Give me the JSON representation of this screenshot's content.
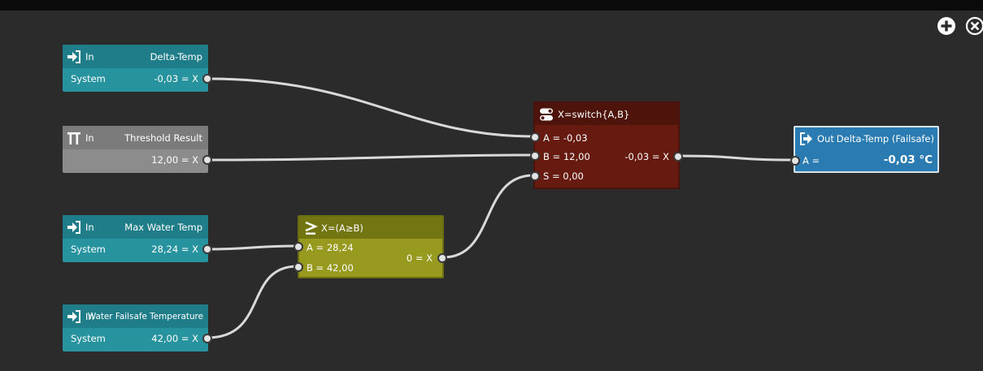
{
  "toolbar": {
    "add_icon": "plus-circle-icon",
    "close_icon": "x-circle-icon"
  },
  "colors": {
    "background": "#2b2b2b",
    "input_node": "#26939f",
    "constant_node": "#8c8c8c",
    "compare_node": "#979a1e",
    "switch_node": "#661a10",
    "output_node": "#2a7bb1",
    "wire": "#d9d9d9"
  },
  "nodes": {
    "delta_temp": {
      "type": "In",
      "name": "Delta-Temp",
      "source": "System",
      "value": "-0,03 = X",
      "icon": "sign-in-icon"
    },
    "threshold": {
      "type": "In",
      "name": "Threshold Result",
      "value": "12,00 = X",
      "icon": "pi-icon"
    },
    "max_water": {
      "type": "In",
      "name": "Max Water Temp",
      "source": "System",
      "value": "28,24 = X",
      "icon": "sign-in-icon"
    },
    "water_failsafe": {
      "type": "In",
      "name": "Water Failsafe Temperature",
      "source": "System",
      "value": "42,00 = X",
      "icon": "sign-in-icon"
    },
    "compare": {
      "title": "X=(A≥B)",
      "a": "A = 28,24",
      "b": "B = 42,00",
      "out": "0 = X",
      "icon": "greater-equal-icon"
    },
    "switch": {
      "title": "X=switch{A,B}",
      "a": "A = -0,03",
      "b": "B = 12,00",
      "s": "S = 0,00",
      "out": "-0,03 = X",
      "icon": "toggle-icon"
    },
    "output": {
      "type": "Out",
      "name": "Delta-Temp (Failsafe)",
      "a": "A =",
      "value": "-0,03 °C",
      "icon": "sign-out-icon"
    }
  }
}
